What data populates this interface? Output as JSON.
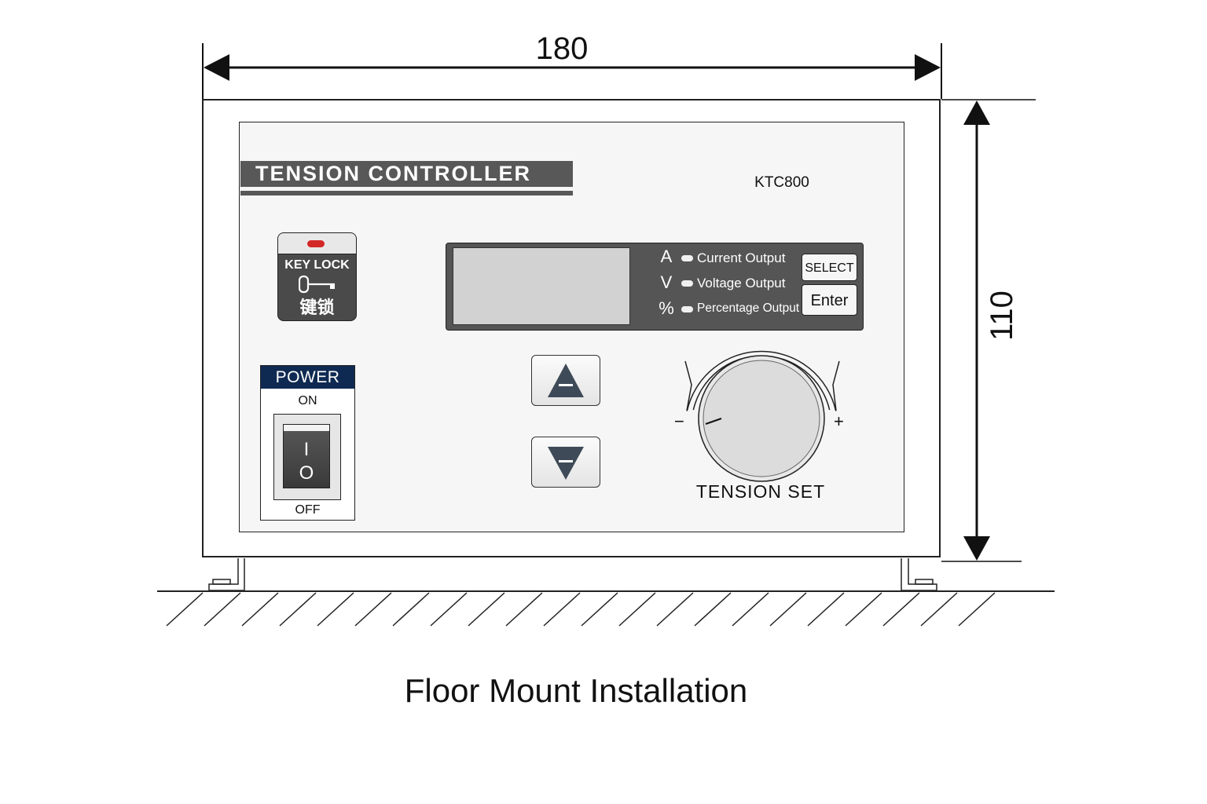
{
  "dimensions": {
    "width_label": "180",
    "height_label": "110"
  },
  "controller": {
    "title": "TENSION  CONTROLLER",
    "model": "KTC800",
    "keylock": {
      "label": "KEY LOCK",
      "label_cn": "键锁"
    },
    "power": {
      "header": "POWER",
      "on_label": "ON",
      "off_label": "OFF",
      "rocker_on_glyph": "I",
      "rocker_off_glyph": "O"
    },
    "display": {
      "indicators": [
        {
          "unit": "A",
          "label": "Current Output"
        },
        {
          "unit": "V",
          "label": "Voltage Output"
        },
        {
          "unit": "%",
          "label": "Percentage Output"
        }
      ],
      "select_label": "SELECT",
      "enter_label": "Enter"
    },
    "knob": {
      "label": "TENSION SET",
      "minus": "−",
      "plus": "+"
    },
    "led_color": "#d42828",
    "power_header_color": "#0f2a52"
  },
  "caption": "Floor Mount Installation"
}
